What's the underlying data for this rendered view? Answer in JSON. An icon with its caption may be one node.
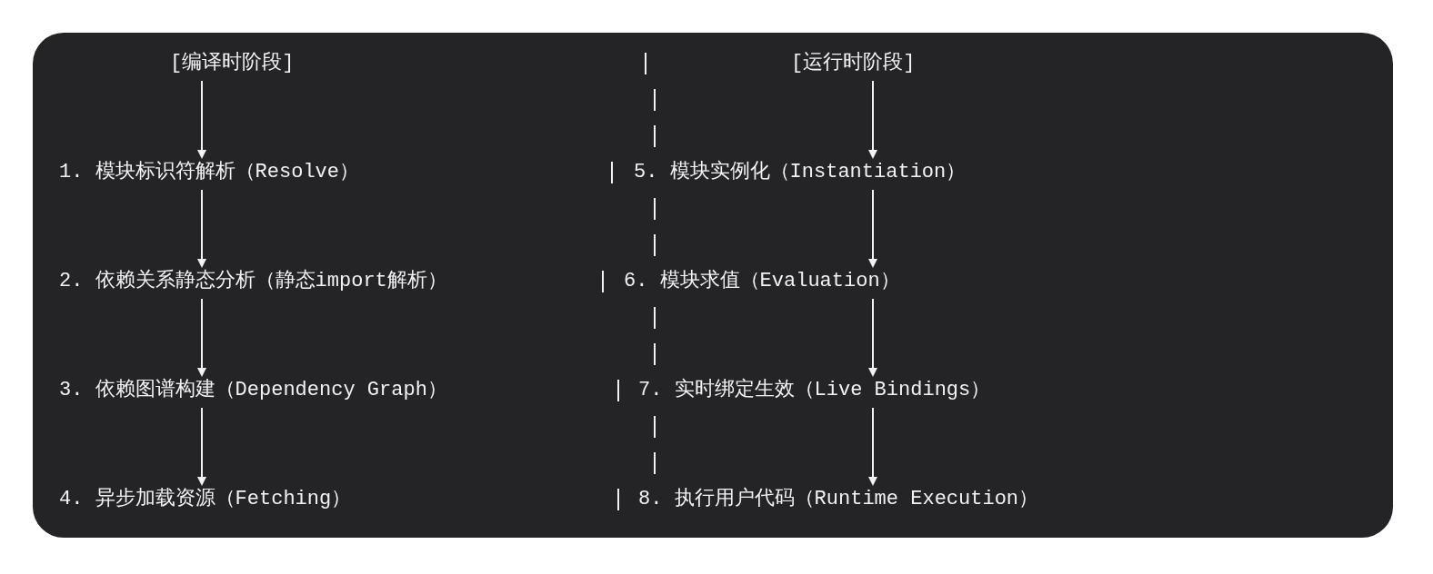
{
  "diagram": {
    "nodes": [
      {
        "text": [
          "[编译时阶段]"
        ]
      },
      {
        "text": [
          "[运行时阶段]"
        ]
      },
      {
        "text": [
          "1. 模块标识符解析（Resolve）"
        ]
      },
      {
        "text": [
          "5. 模块实例化（Instantiation）"
        ]
      },
      {
        "text": [
          "2. 依赖关系静态分析（静态import解析）"
        ]
      },
      {
        "text": [
          "6. 模块求值（Evaluation）"
        ]
      },
      {
        "text": [
          "3. 依赖图谱构建（Dependency Graph）"
        ]
      },
      {
        "text": [
          "7. 实时绑定生效（Live Bindings）"
        ]
      },
      {
        "text": [
          "4. 异步加载资源（Fetching）"
        ]
      },
      {
        "text": [
          "8. 执行用户代码（Runtime Execution）"
        ]
      }
    ],
    "edges": [
      {
        "from": 0,
        "to": 2,
        "arrow": "to"
      },
      {
        "from": 2,
        "to": 4,
        "arrow": "to"
      },
      {
        "from": 4,
        "to": 6,
        "arrow": "to"
      },
      {
        "from": 6,
        "to": 8,
        "arrow": "to"
      },
      {
        "from": 1,
        "to": 3,
        "arrow": "to"
      },
      {
        "from": 3,
        "to": 5,
        "arrow": "to"
      },
      {
        "from": 5,
        "to": 7,
        "arrow": "to"
      },
      {
        "from": 7,
        "to": 9,
        "arrow": "to"
      }
    ]
  }
}
